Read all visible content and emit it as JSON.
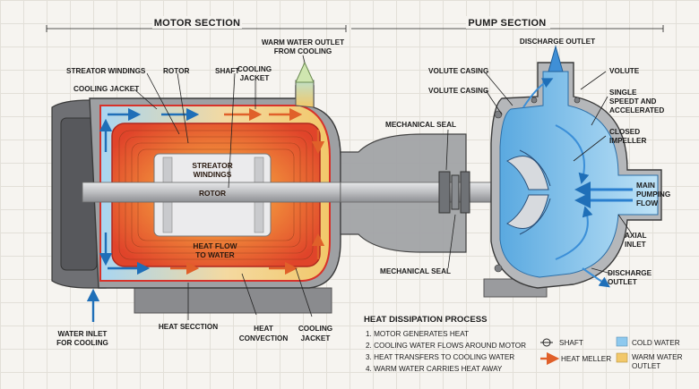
{
  "sections": {
    "motor": "MOTOR SECTION",
    "pump": "PUMP SECTION"
  },
  "labels": {
    "warm_outlet": [
      "WARM WATER OUTLET",
      "FROM COOLING"
    ],
    "streator_windings": "STREATOR WINDINGS",
    "rotor_top": "ROTOR",
    "shaft_top": "SHAFT",
    "cooling_jacket_top": [
      "COOLING",
      "JACKET"
    ],
    "cooling_jacket_left": "COOLING JACKET",
    "inner_windings": [
      "STREATOR",
      "WINDINGS"
    ],
    "inner_rotor": "ROTOR",
    "inner_heat_flow": [
      "HEAT FLOW",
      "TO WATER"
    ],
    "volute_casing_1": "VOLUTE CASING",
    "volute_casing_2": "VOLUTE CASING",
    "mechanical_seal_top": "MECHANICAL SEAL",
    "mechanical_seal_bottom": "MECHANICAL SEAL",
    "discharge_outlet_top": "DISCHARGE OUTLET",
    "volute": "VOLUTE",
    "single_speedt": [
      "SINGLE",
      "SPEEDT AND",
      "ACCELERATED"
    ],
    "closed_impeller": [
      "CLOSED",
      "IMPELLER"
    ],
    "main_pumping_flow": [
      "MAIN",
      "PUMPING",
      "FLOW"
    ],
    "axial_inlet": [
      "AXIAL",
      "INLET"
    ],
    "discharge_outlet_bottom": [
      "DISCHARGE",
      "OUTLET"
    ],
    "water_inlet": [
      "WATER INLET",
      "FOR COOLING"
    ],
    "heat_secction": "HEAT SECCTION",
    "heat_convection": [
      "HEAT",
      "CONVECTION"
    ],
    "cooling_jacket_bottom": [
      "COOLING",
      "JACKET"
    ]
  },
  "process": {
    "title": "HEAT DISSIPATION PROCESS",
    "steps": [
      "1. MOTOR GENERATES HEAT",
      "2. COOLING WATER FLOWS AROUND MOTOR",
      "3. HEAT TRANSFERS TO COOLING WATER",
      "4. WARM WATER CARRIES HEAT AWAY"
    ]
  },
  "legend": {
    "shaft": "SHAFT",
    "heat_meller": "HEAT MELLER",
    "cold_water": "COLD WATER",
    "warm_water": [
      "WARM WATER",
      "OUTLET"
    ]
  },
  "colors": {
    "cold_water": "#8ec9ee",
    "warm_water": "#f2c86a",
    "heat_core": "#e8452a",
    "casing": "#a8a9ab",
    "jacket_red": "#d8322a"
  }
}
